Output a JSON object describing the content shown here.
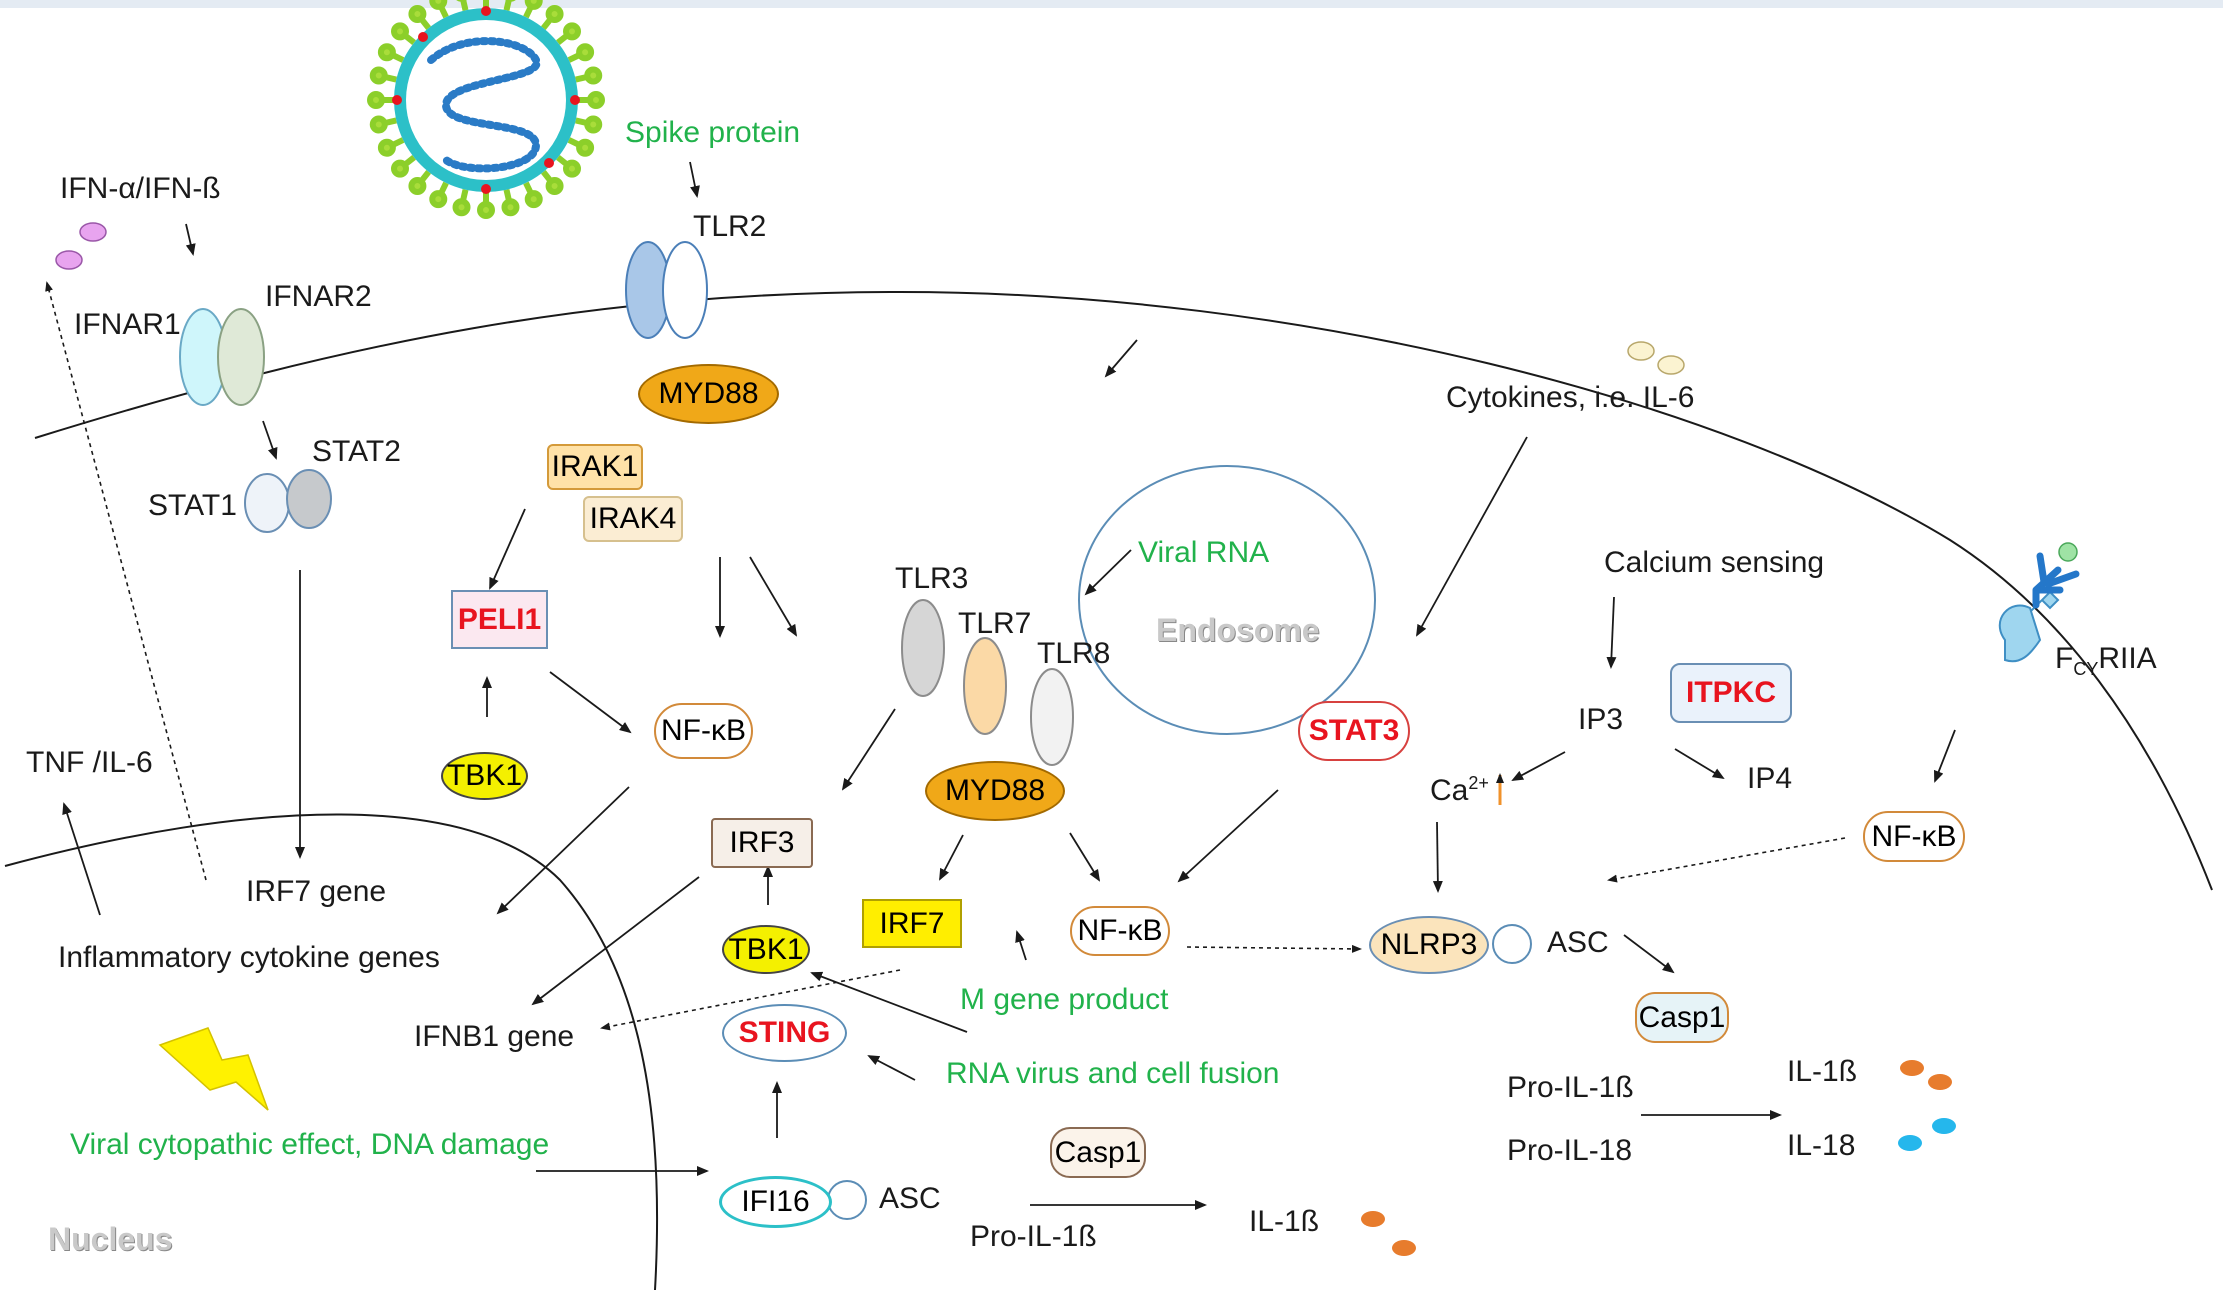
{
  "labels": {
    "spike_protein": "Spike protein",
    "tlr2": "TLR2",
    "ifn": "IFN-α/IFN-ß",
    "ifnar1": "IFNAR1",
    "ifnar2": "IFNAR2",
    "stat1": "STAT1",
    "stat2": "STAT2",
    "cytokines": "Cytokines, i.e. IL-6",
    "viral_rna": "Viral RNA",
    "tlr3": "TLR3",
    "tlr7": "TLR7",
    "tlr8": "TLR8",
    "endosome": "Endosome",
    "calcium_sensing": "Calcium sensing",
    "ip3": "IP3",
    "ip4": "IP4",
    "fcgriia_f": "F",
    "fcgriia_sub": "CY",
    "fcgriia_rest": "RIIA",
    "tnf_il6": "TNF /IL-6",
    "irf7_gene": "IRF7 gene",
    "inflam_genes": "Inflammatory cytokine genes",
    "ifnb1_gene": "IFNB1 gene",
    "m_gene_product": "M gene product",
    "rna_virus_fusion": "RNA virus and cell fusion",
    "viral_cytopathic": "Viral cytopathic effect, DNA damage",
    "nucleus": "Nucleus",
    "asc_1": "ASC",
    "asc_2": "ASC",
    "ca": "Ca",
    "ca_sup": "2+",
    "pro_il1b_1": "Pro-IL-1ß",
    "pro_il18": "Pro-IL-18",
    "il1b_1": "IL-1ß",
    "il18": "IL-18",
    "pro_il1b_2": "Pro-IL-1ß",
    "il1b_2": "IL-1ß"
  },
  "boxes": {
    "myd88_top": "MYD88",
    "irak1": "IRAK1",
    "irak4": "IRAK4",
    "peli1": "PELI1",
    "nfkb_left": "NF-κB",
    "tbk1_left": "TBK1",
    "myd88_mid": "MYD88",
    "irf3": "IRF3",
    "irf7": "IRF7",
    "tbk1_mid": "TBK1",
    "sting": "STING",
    "nfkb_mid": "NF-κB",
    "stat3": "STAT3",
    "itpkc": "ITPKC",
    "nfkb_right": "NF-κB",
    "nlrp3": "NLRP3",
    "casp1_right": "Casp1",
    "casp1_bottom": "Casp1",
    "ifi16": "IFI16"
  },
  "colors": {
    "green_text": "#21b24b",
    "red_text": "#e8141f",
    "membrane": "#1a1a1a",
    "endosome": "#5b8db6",
    "myd88": "#f0a818",
    "tbk1": "#f4f000",
    "irf7": "#ffee00"
  },
  "icons": [
    "virus-icon",
    "lightning-icon",
    "fc-receptor-icon",
    "cytokine-dots-icon"
  ]
}
